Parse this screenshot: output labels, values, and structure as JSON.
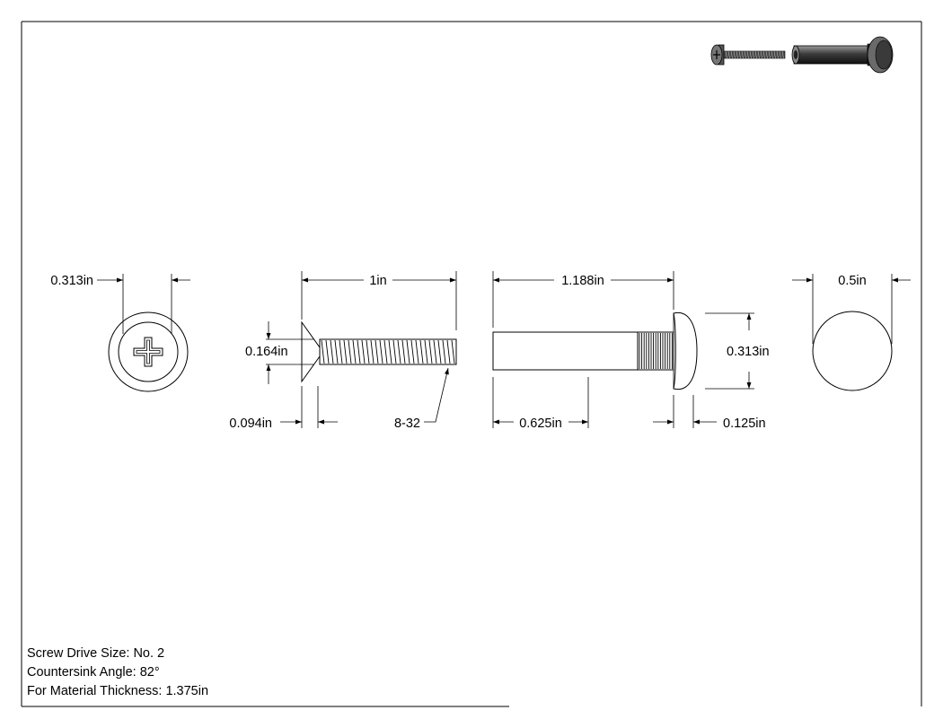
{
  "dimensions": {
    "head_diameter": "0.313in",
    "screw_length": "1in",
    "barrel_length": "1.188in",
    "barrel_head_diameter": "0.5in",
    "screw_major_diameter": "0.164in",
    "barrel_head_height": "0.313in",
    "countersink_head_height": "0.094in",
    "thread_spec": "8-32",
    "barrel_thread_depth": "0.625in",
    "barrel_head_thickness": "0.125in"
  },
  "notes": {
    "drive_size": "Screw Drive Size: No. 2",
    "countersink_angle": "Countersink Angle: 82°",
    "material_thickness": "For Material Thickness: 1.375in"
  }
}
